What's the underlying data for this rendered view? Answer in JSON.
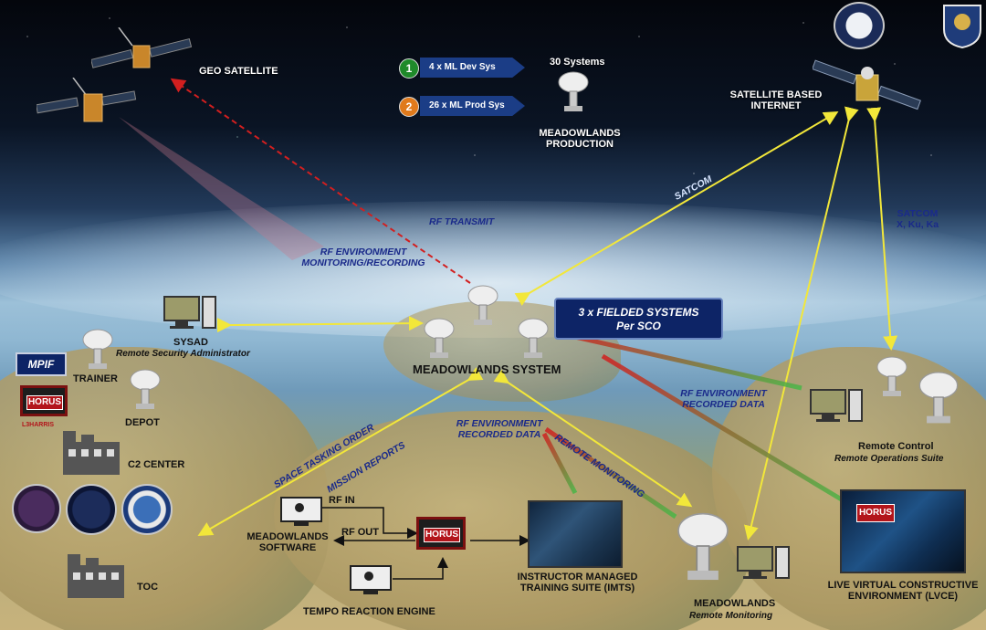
{
  "satellites": {
    "geo_label": "GEO SATELLITE",
    "internet_label_1": "SATELLITE BASED",
    "internet_label_2": "INTERNET"
  },
  "legend": {
    "steps": [
      {
        "number": "1",
        "label": "4 x ML Dev Sys",
        "color": "#1f8a2a"
      },
      {
        "number": "2",
        "label": "26 x ML Prod Sys",
        "color": "#e07a1c"
      }
    ],
    "systems_count": "30 Systems",
    "production_label_1": "MEADOWLANDS",
    "production_label_2": "PRODUCTION"
  },
  "links": {
    "satcom": "SATCOM",
    "satcom_bands_1": "SATCOM",
    "satcom_bands_2": "X, Ku, Ka",
    "rf_transmit": "RF TRANSMIT",
    "rf_env_monitoring_1": "RF ENVIRONMENT",
    "rf_env_monitoring_2": "MONITORING/RECORDING",
    "rf_env_recorded_right_1": "RF ENVIRONMENT",
    "rf_env_recorded_right_2": "RECORDED DATA",
    "rf_env_recorded_center_1": "RF ENVIRONMENT",
    "rf_env_recorded_center_2": "RECORDED DATA",
    "remote_monitoring": "REMOTE MONITORING",
    "space_tasking_order": "SPACE TASKING ORDER",
    "mission_reports": "MISSION REPORTS",
    "rf_in": "RF IN",
    "rf_out": "RF OUT"
  },
  "nodes": {
    "fielded_1": "3 x FIELDED SYSTEMS",
    "fielded_2": "Per SCO",
    "meadowlands_system": "MEADOWLANDS SYSTEM",
    "sysad": "SYSAD",
    "sysad_sub": "Remote Security Administrator",
    "mpif": "MPIF",
    "trainer": "TRAINER",
    "depot": "DEPOT",
    "c2_center": "C2 CENTER",
    "toc": "TOC",
    "meadowlands_software_1": "MEADOWLANDS",
    "meadowlands_software_2": "SOFTWARE",
    "tempo": "TEMPO REACTION ENGINE",
    "imts_1": "INSTRUCTOR MANAGED",
    "imts_2": "TRAINING SUITE (IMTS)",
    "meadowlands_remote": "MEADOWLANDS",
    "meadowlands_remote_sub": "Remote Monitoring",
    "lvce_1": "LIVE VIRTUAL CONSTRUCTIVE",
    "lvce_2": "ENVIRONMENT (LVCE)",
    "remote_control": "Remote Control",
    "remote_control_sub": "Remote Operations Suite"
  },
  "horus": {
    "logo": "HORUS",
    "brand": "L3HARRIS"
  },
  "colors": {
    "link_yellow": "#f2e73a",
    "link_red": "#d21f1f",
    "navy": "#0d2466",
    "label_blue": "#1a2a8a"
  }
}
